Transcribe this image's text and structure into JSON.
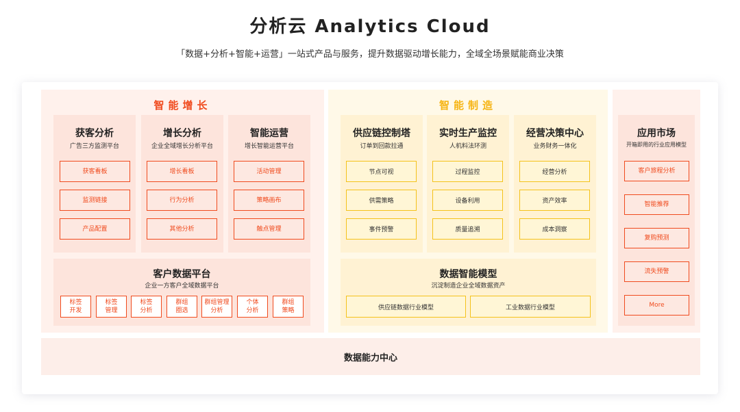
{
  "header": {
    "title": "分析云 Analytics Cloud",
    "subtitle": "「数据+分析+智能+运营」一站式产品与服务，提升数据驱动增长能力，全域全场景赋能商业决策"
  },
  "growth": {
    "title": "智能增长",
    "columns": [
      {
        "title": "获客分析",
        "subtitle": "广告三方监测平台",
        "items": [
          "获客看板",
          "监测链接",
          "产品配置"
        ]
      },
      {
        "title": "增长分析",
        "subtitle": "企业全域增长分析平台",
        "items": [
          "增长看板",
          "行为分析",
          "其他分析"
        ]
      },
      {
        "title": "智能运营",
        "subtitle": "增长智能运营平台",
        "items": [
          "活动管理",
          "策略画布",
          "触点管理"
        ]
      }
    ],
    "cdp": {
      "title": "客户数据平台",
      "subtitle": "企业一方客户全域数据平台",
      "items": [
        {
          "l1": "标签",
          "l2": "开发"
        },
        {
          "l1": "标签",
          "l2": "管理"
        },
        {
          "l1": "标签",
          "l2": "分析"
        },
        {
          "l1": "群组",
          "l2": "圈选"
        },
        {
          "l1": "群组管理",
          "l2": "分析"
        },
        {
          "l1": "个体",
          "l2": "分析"
        },
        {
          "l1": "群组",
          "l2": "策略"
        }
      ]
    }
  },
  "manufacturing": {
    "title": "智能制造",
    "columns": [
      {
        "title": "供应链控制塔",
        "subtitle": "订单到回款拉通",
        "items": [
          "节点可视",
          "供需策略",
          "事件预警"
        ]
      },
      {
        "title": "实时生产监控",
        "subtitle": "人机料法环测",
        "items": [
          "过程监控",
          "设备利用",
          "质量追溯"
        ]
      },
      {
        "title": "经营决策中心",
        "subtitle": "业务财务一体化",
        "items": [
          "经营分析",
          "资产效率",
          "成本洞察"
        ]
      }
    ],
    "model": {
      "title": "数据智能模型",
      "subtitle": "沉淀制造企业全域数据资产",
      "items": [
        "供应链数据行业模型",
        "工业数据行业模型"
      ]
    }
  },
  "market": {
    "title": "应用市场",
    "subtitle": "开箱即用的行业应用模型",
    "items": [
      "客户旅程分析",
      "智能推荐",
      "复购预测",
      "流失预警",
      "More"
    ]
  },
  "data_center": {
    "label": "数据能力中心"
  },
  "colors": {
    "accent_red": "#f04a1d",
    "accent_yellow": "#f6b515",
    "border_yellow": "#f4c21a"
  }
}
